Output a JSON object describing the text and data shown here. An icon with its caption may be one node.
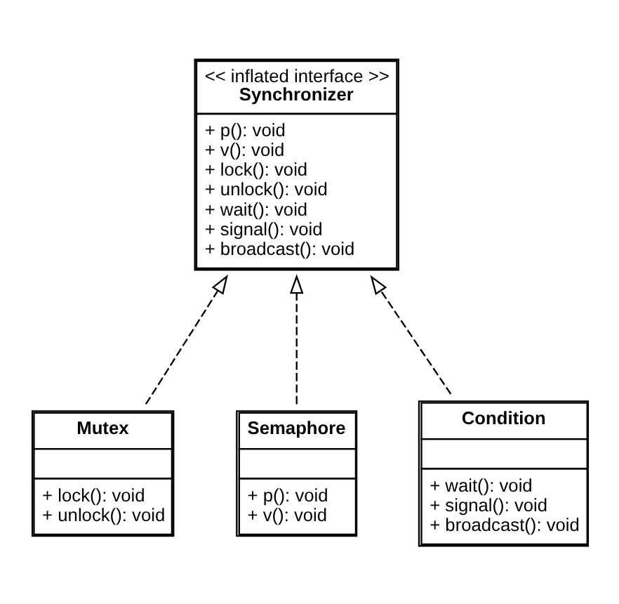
{
  "diagram": {
    "nodes": [
      {
        "text": [
          "<< inflated interface >>",
          "Synchronizer",
          "+ p(): void",
          "+ v(): void",
          "+ lock(): void",
          "+ unlock(): void",
          "+ wait(): void",
          "+ signal(): void",
          "+ broadcast(): void"
        ]
      },
      {
        "text": [
          "Mutex",
          "+ lock(): void",
          "+ unlock(): void"
        ]
      },
      {
        "text": [
          "Semaphore",
          "+ p(): void",
          "+ v(): void"
        ]
      },
      {
        "text": [
          "Condition",
          "+ wait(): void",
          "+ signal(): void",
          "+ broadcast(): void"
        ]
      }
    ],
    "edges": [
      {
        "from": 1,
        "to": 0,
        "arrow": "to",
        "style": "dashed"
      },
      {
        "from": 2,
        "to": 0,
        "arrow": "to",
        "style": "dashed"
      },
      {
        "from": 3,
        "to": 0,
        "arrow": "to",
        "style": "dashed"
      }
    ]
  }
}
